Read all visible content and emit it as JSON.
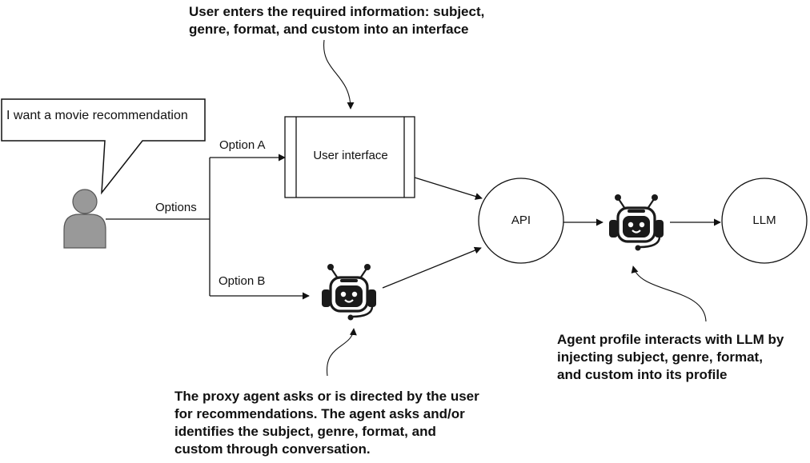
{
  "annotations": {
    "top": [
      "User enters the required information: subject,",
      "genre, format, and custom into an interface"
    ],
    "proxy": [
      "The proxy agent asks or is directed by the user",
      "for recommendations. The agent asks and/or",
      "identifies the subject, genre, format, and",
      "custom through conversation."
    ],
    "agent_profile": [
      "Agent profile interacts with LLM by",
      "injecting subject, genre, format,",
      "and custom into its profile"
    ]
  },
  "speech_bubble": "I want a movie recommendation",
  "edges": {
    "options": "Options",
    "option_a": "Option A",
    "option_b": "Option B"
  },
  "nodes": {
    "user": "user-icon",
    "user_interface": "User interface",
    "api": "API",
    "llm": "LLM",
    "proxy_agent": "robot-headset-icon",
    "profile_agent": "robot-headset-icon"
  },
  "colors": {
    "user_fill": "#999999",
    "ink": "#111111"
  }
}
